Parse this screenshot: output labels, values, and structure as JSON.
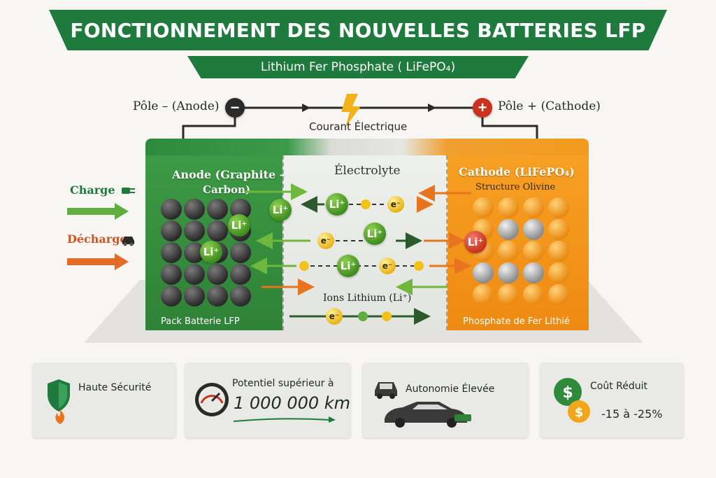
{
  "header": {
    "title": "FONCTIONNEMENT DES NOUVELLES BATTERIES LFP",
    "subtitle": "Lithium Fer Phosphate ( LiFePO₄)"
  },
  "poles": {
    "negative_label": "Pôle – (Anode)",
    "negative_symbol": "−",
    "positive_label": "Pôle + (Cathode)",
    "positive_symbol": "+",
    "current_label": "Courant Électrique"
  },
  "legend": {
    "charge": "Charge",
    "discharge": "Décharge"
  },
  "anode": {
    "title": "Anode (Graphite –",
    "title2": "Carbon)",
    "footer": "Pack Batterie LFP"
  },
  "electrolyte": {
    "title": "Électrolyte",
    "ions_label": "Ions Lithium (Li⁺)"
  },
  "cathode": {
    "title": "Cathode (LiFePO₄)",
    "subtitle": "Structure Olivine",
    "footer": "Phosphate de Fer Lithié"
  },
  "particles": {
    "li": "Li⁺",
    "electron": "e⁻"
  },
  "features": [
    {
      "label": "Haute Sécurité"
    },
    {
      "label": "Potentiel supérieur à",
      "value": "1 000 000 km"
    },
    {
      "label": "Autonomie Élevée"
    },
    {
      "label": "Coût Réduit",
      "value": "-15 à -25%"
    }
  ],
  "colors": {
    "brand_green": "#1f7a3e",
    "anode_green": "#2f8236",
    "cathode_orange": "#f39a1e",
    "discharge_orange": "#d2541c"
  }
}
